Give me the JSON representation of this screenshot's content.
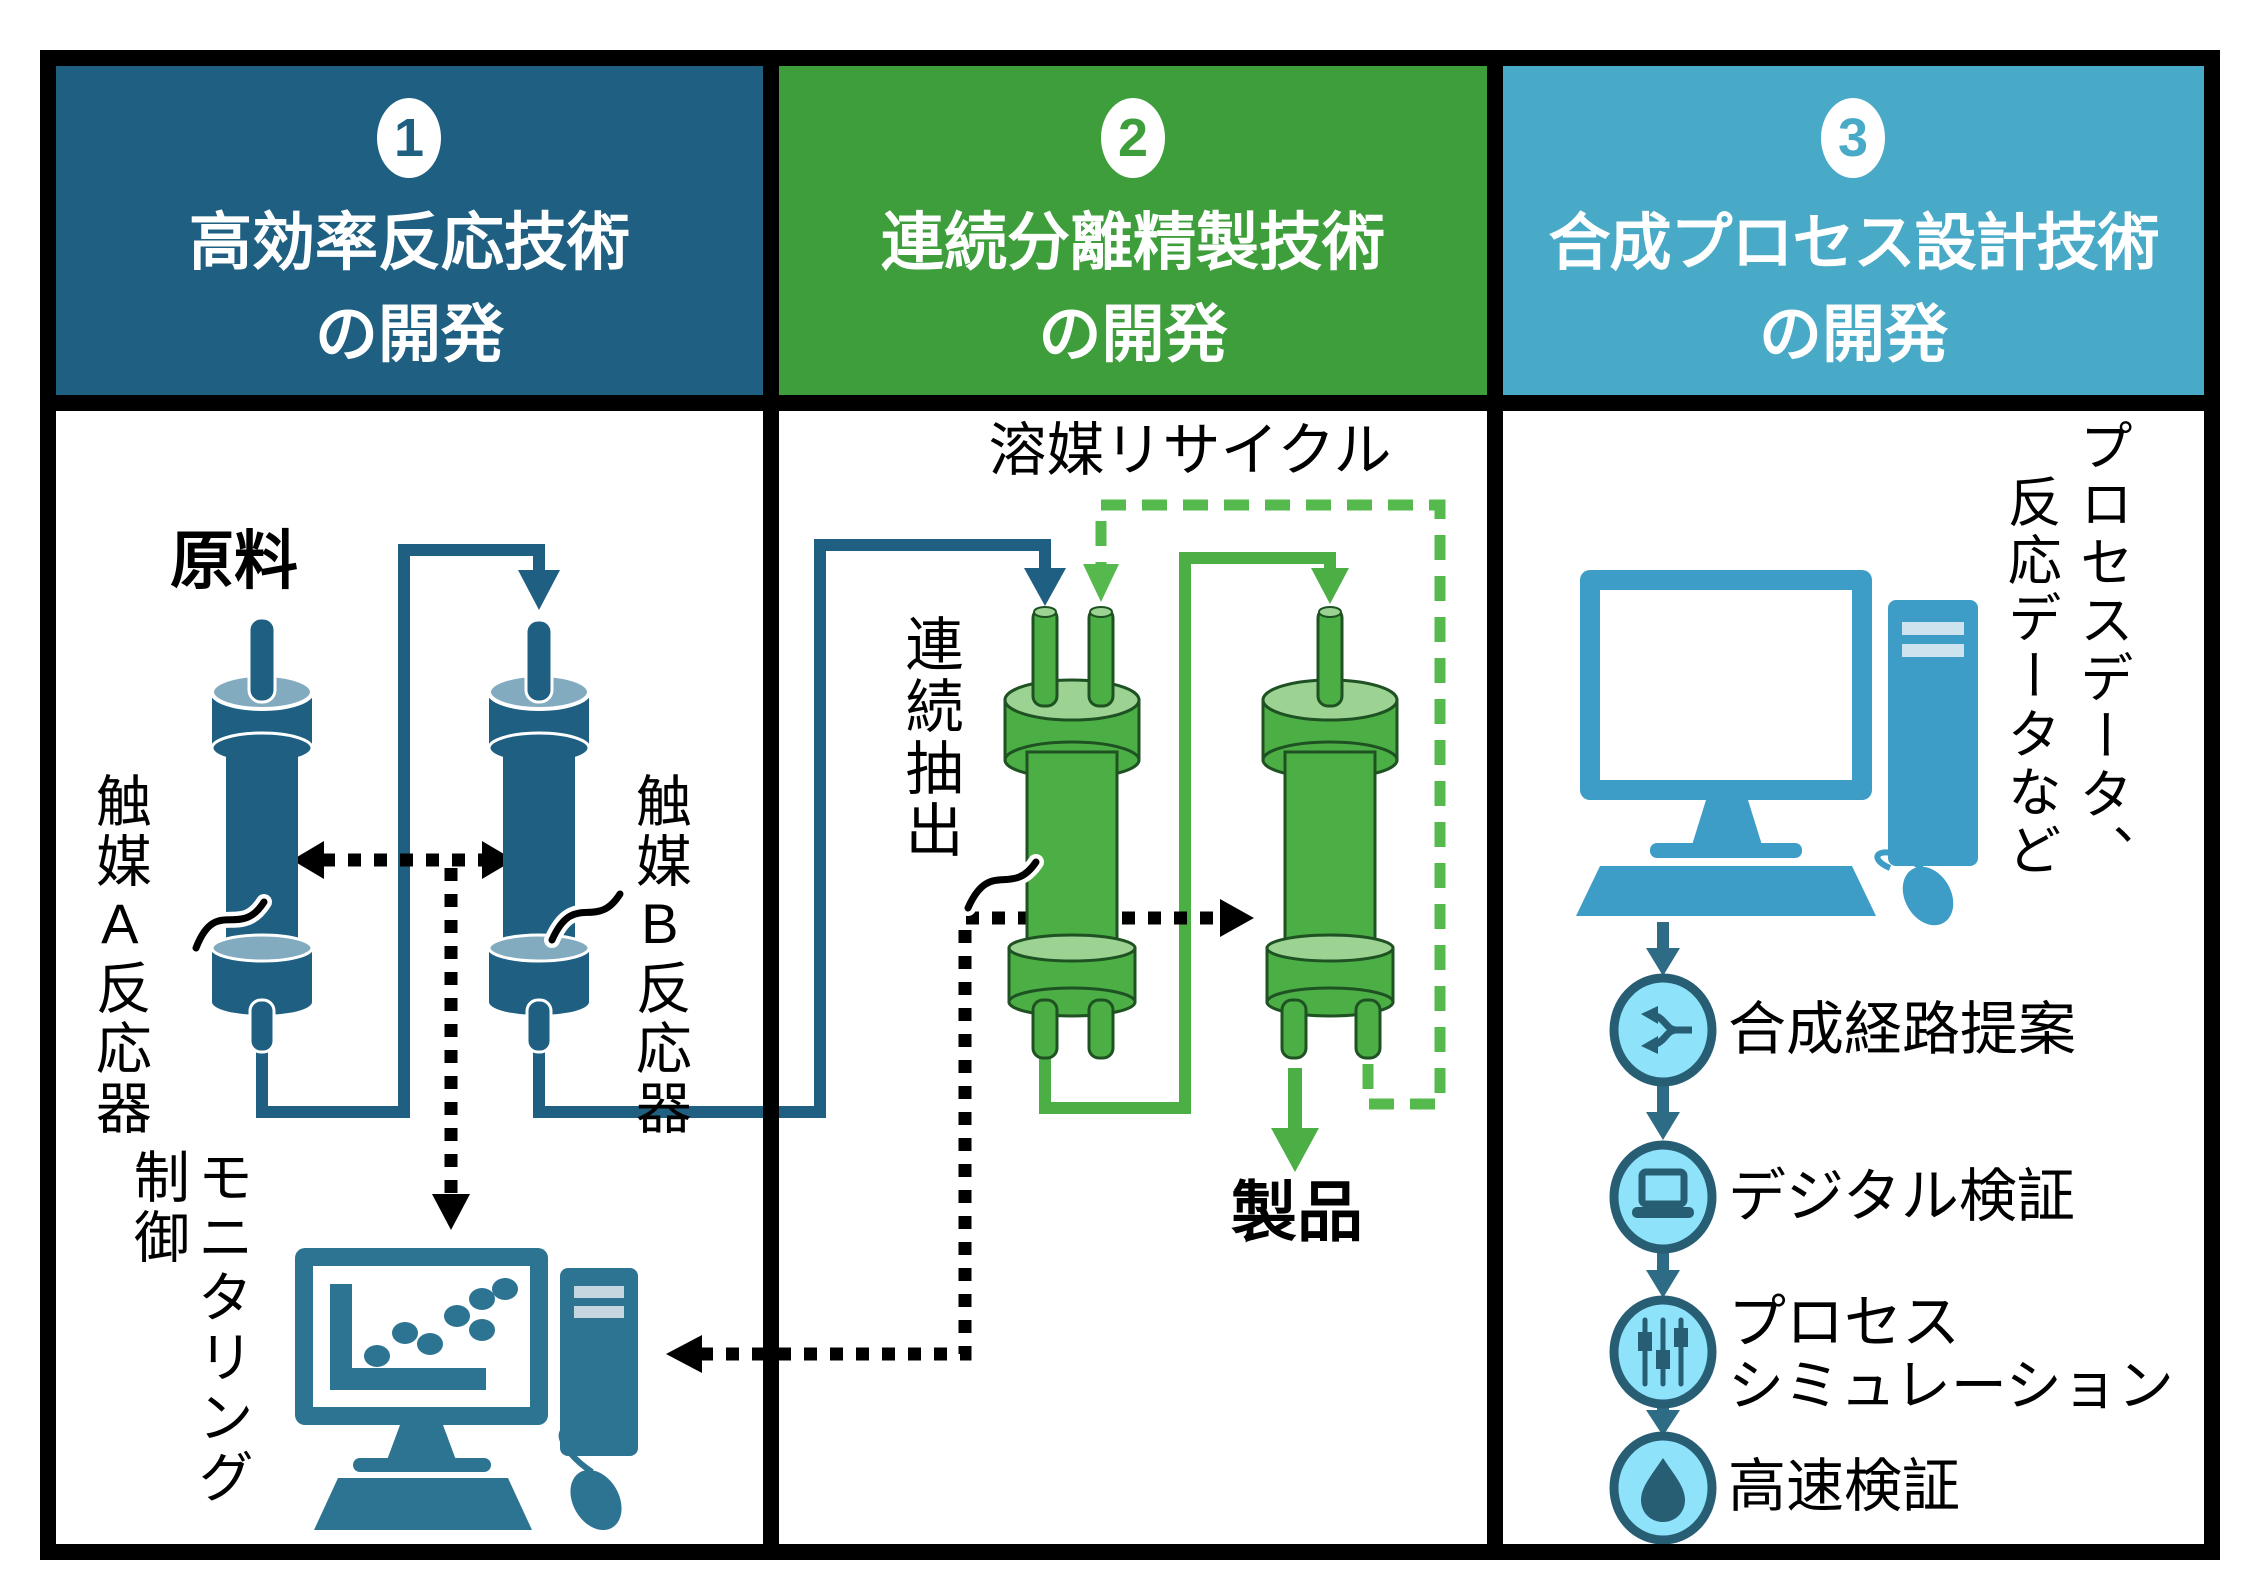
{
  "colors": {
    "background": "#FFFFFF",
    "frame": "#000000",
    "text": "#000000",
    "panel1_accent": "#1E5F82",
    "panel1_cap_light": "#82ABC0",
    "panel1_computer": "#2D7493",
    "panel2_accent": "#3E9E3C",
    "panel2_vessel": "#4CAF45",
    "panel2_vessel_light": "#9CD393",
    "panel2_dashed_line": "#55B94E",
    "panel3_accent": "#49AAC8",
    "panel3_computer": "#3E9DC7",
    "panel3_circle_fill": "#8EE3FA",
    "panel3_circle_ring": "#275E74",
    "panel3_arrow": "#2E6C86"
  },
  "panels": [
    {
      "badge": "1",
      "title": "高効率反応技術",
      "subtitle": "の開発"
    },
    {
      "badge": "2",
      "title": "連続分離精製技術",
      "subtitle": "の開発"
    },
    {
      "badge": "3",
      "title": "合成プロセス設計技術",
      "subtitle": "の開発"
    }
  ],
  "panel1": {
    "raw_material_label": "原料",
    "reactor_a_label": "触媒A反応器",
    "reactor_b_label": "触媒B反応器",
    "control_label": "制御",
    "monitoring_label": "モニタリング",
    "icons": [
      "reactor-column-icon",
      "exchange-dotted-arrow-icon",
      "monitoring-computer-icon",
      "scatter-chart-icon"
    ]
  },
  "panel2": {
    "solvent_recycle_label": "溶媒リサイクル",
    "continuous_extraction_label": "連続抽出",
    "product_label": "製品",
    "icons": [
      "extraction-column-icon",
      "solvent-recycle-dashed-loop-icon",
      "product-arrow-icon"
    ]
  },
  "panel3": {
    "input_data_column_right": "プロセスデータ、",
    "input_data_column_left": "反応データなど",
    "computer_icon": "desktop-computer-icon",
    "steps": [
      {
        "label": "合成経路提案",
        "label2": "",
        "icon": "route-branch-icon"
      },
      {
        "label": "デジタル検証",
        "label2": "",
        "icon": "laptop-icon"
      },
      {
        "label": "プロセス",
        "label2": "シミュレーション",
        "icon": "process-sliders-icon"
      },
      {
        "label": "高速検証",
        "label2": "",
        "icon": "droplet-icon"
      }
    ]
  }
}
